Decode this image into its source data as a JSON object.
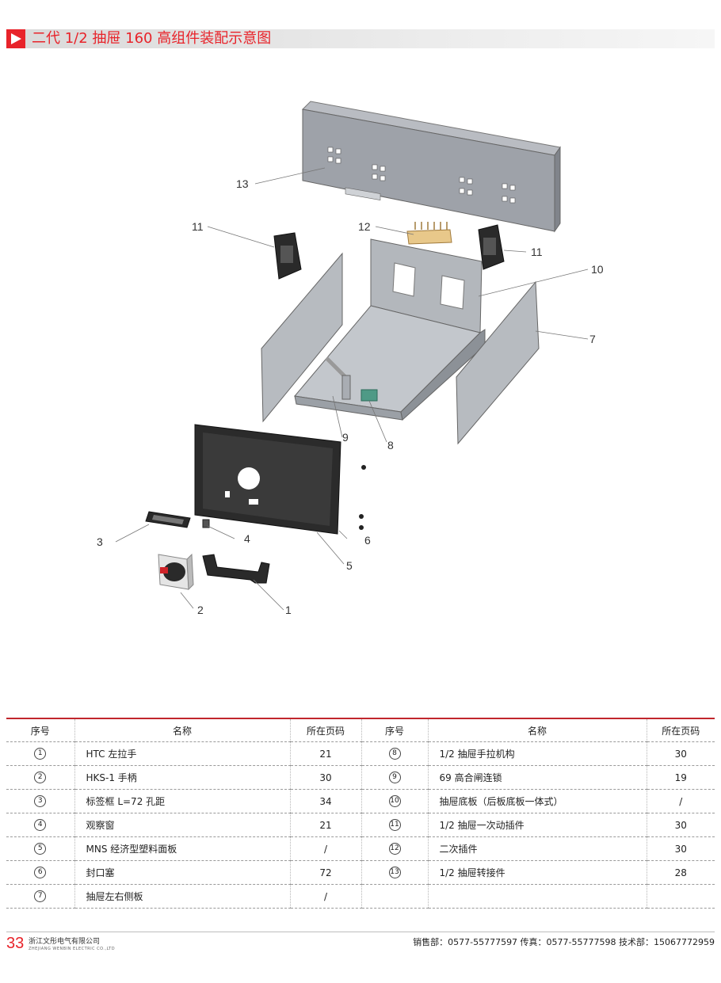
{
  "header": {
    "title": "二代 1/2 抽屉 160 高组件装配示意图",
    "accent_color": "#e8232a",
    "icon": "play-triangle-icon"
  },
  "diagram": {
    "callouts": [
      "1",
      "2",
      "3",
      "4",
      "5",
      "6",
      "7",
      "8",
      "9",
      "10",
      "11",
      "11",
      "12",
      "13"
    ]
  },
  "table": {
    "headers": [
      "序号",
      "名称",
      "所在页码",
      "序号",
      "名称",
      "所在页码"
    ],
    "rows": [
      {
        "left": {
          "no": "1",
          "name": "HTC 左拉手",
          "page": "21"
        },
        "right": {
          "no": "8",
          "name": "1/2 抽屉手拉机构",
          "page": "30"
        }
      },
      {
        "left": {
          "no": "2",
          "name": "HKS-1 手柄",
          "page": "30"
        },
        "right": {
          "no": "9",
          "name": "69 高合闸连锁",
          "page": "19"
        }
      },
      {
        "left": {
          "no": "3",
          "name": "标签框 L=72 孔距",
          "page": "34"
        },
        "right": {
          "no": "10",
          "name": "抽屉底板（后板底板一体式）",
          "page": "/"
        }
      },
      {
        "left": {
          "no": "4",
          "name": "观察窗",
          "page": "21"
        },
        "right": {
          "no": "11",
          "name": "1/2 抽屉一次动插件",
          "page": "30"
        }
      },
      {
        "left": {
          "no": "5",
          "name": "MNS 经济型塑料面板",
          "page": "/"
        },
        "right": {
          "no": "12",
          "name": "二次插件",
          "page": "30"
        }
      },
      {
        "left": {
          "no": "6",
          "name": "封口塞",
          "page": "72"
        },
        "right": {
          "no": "13",
          "name": "1/2 抽屉转接件",
          "page": "28"
        }
      },
      {
        "left": {
          "no": "7",
          "name": "抽屉左右侧板",
          "page": "/"
        },
        "right": {
          "no": "",
          "name": "",
          "page": ""
        }
      }
    ]
  },
  "footer": {
    "page_number": "33",
    "company": "浙江文彤电气有限公司",
    "company_en": "ZHEJIANG WENBIN ELECTRIC CO.,LTD",
    "contact": "销售部：0577-55777597  传真：0577-55777598  技术部：15067772959"
  }
}
